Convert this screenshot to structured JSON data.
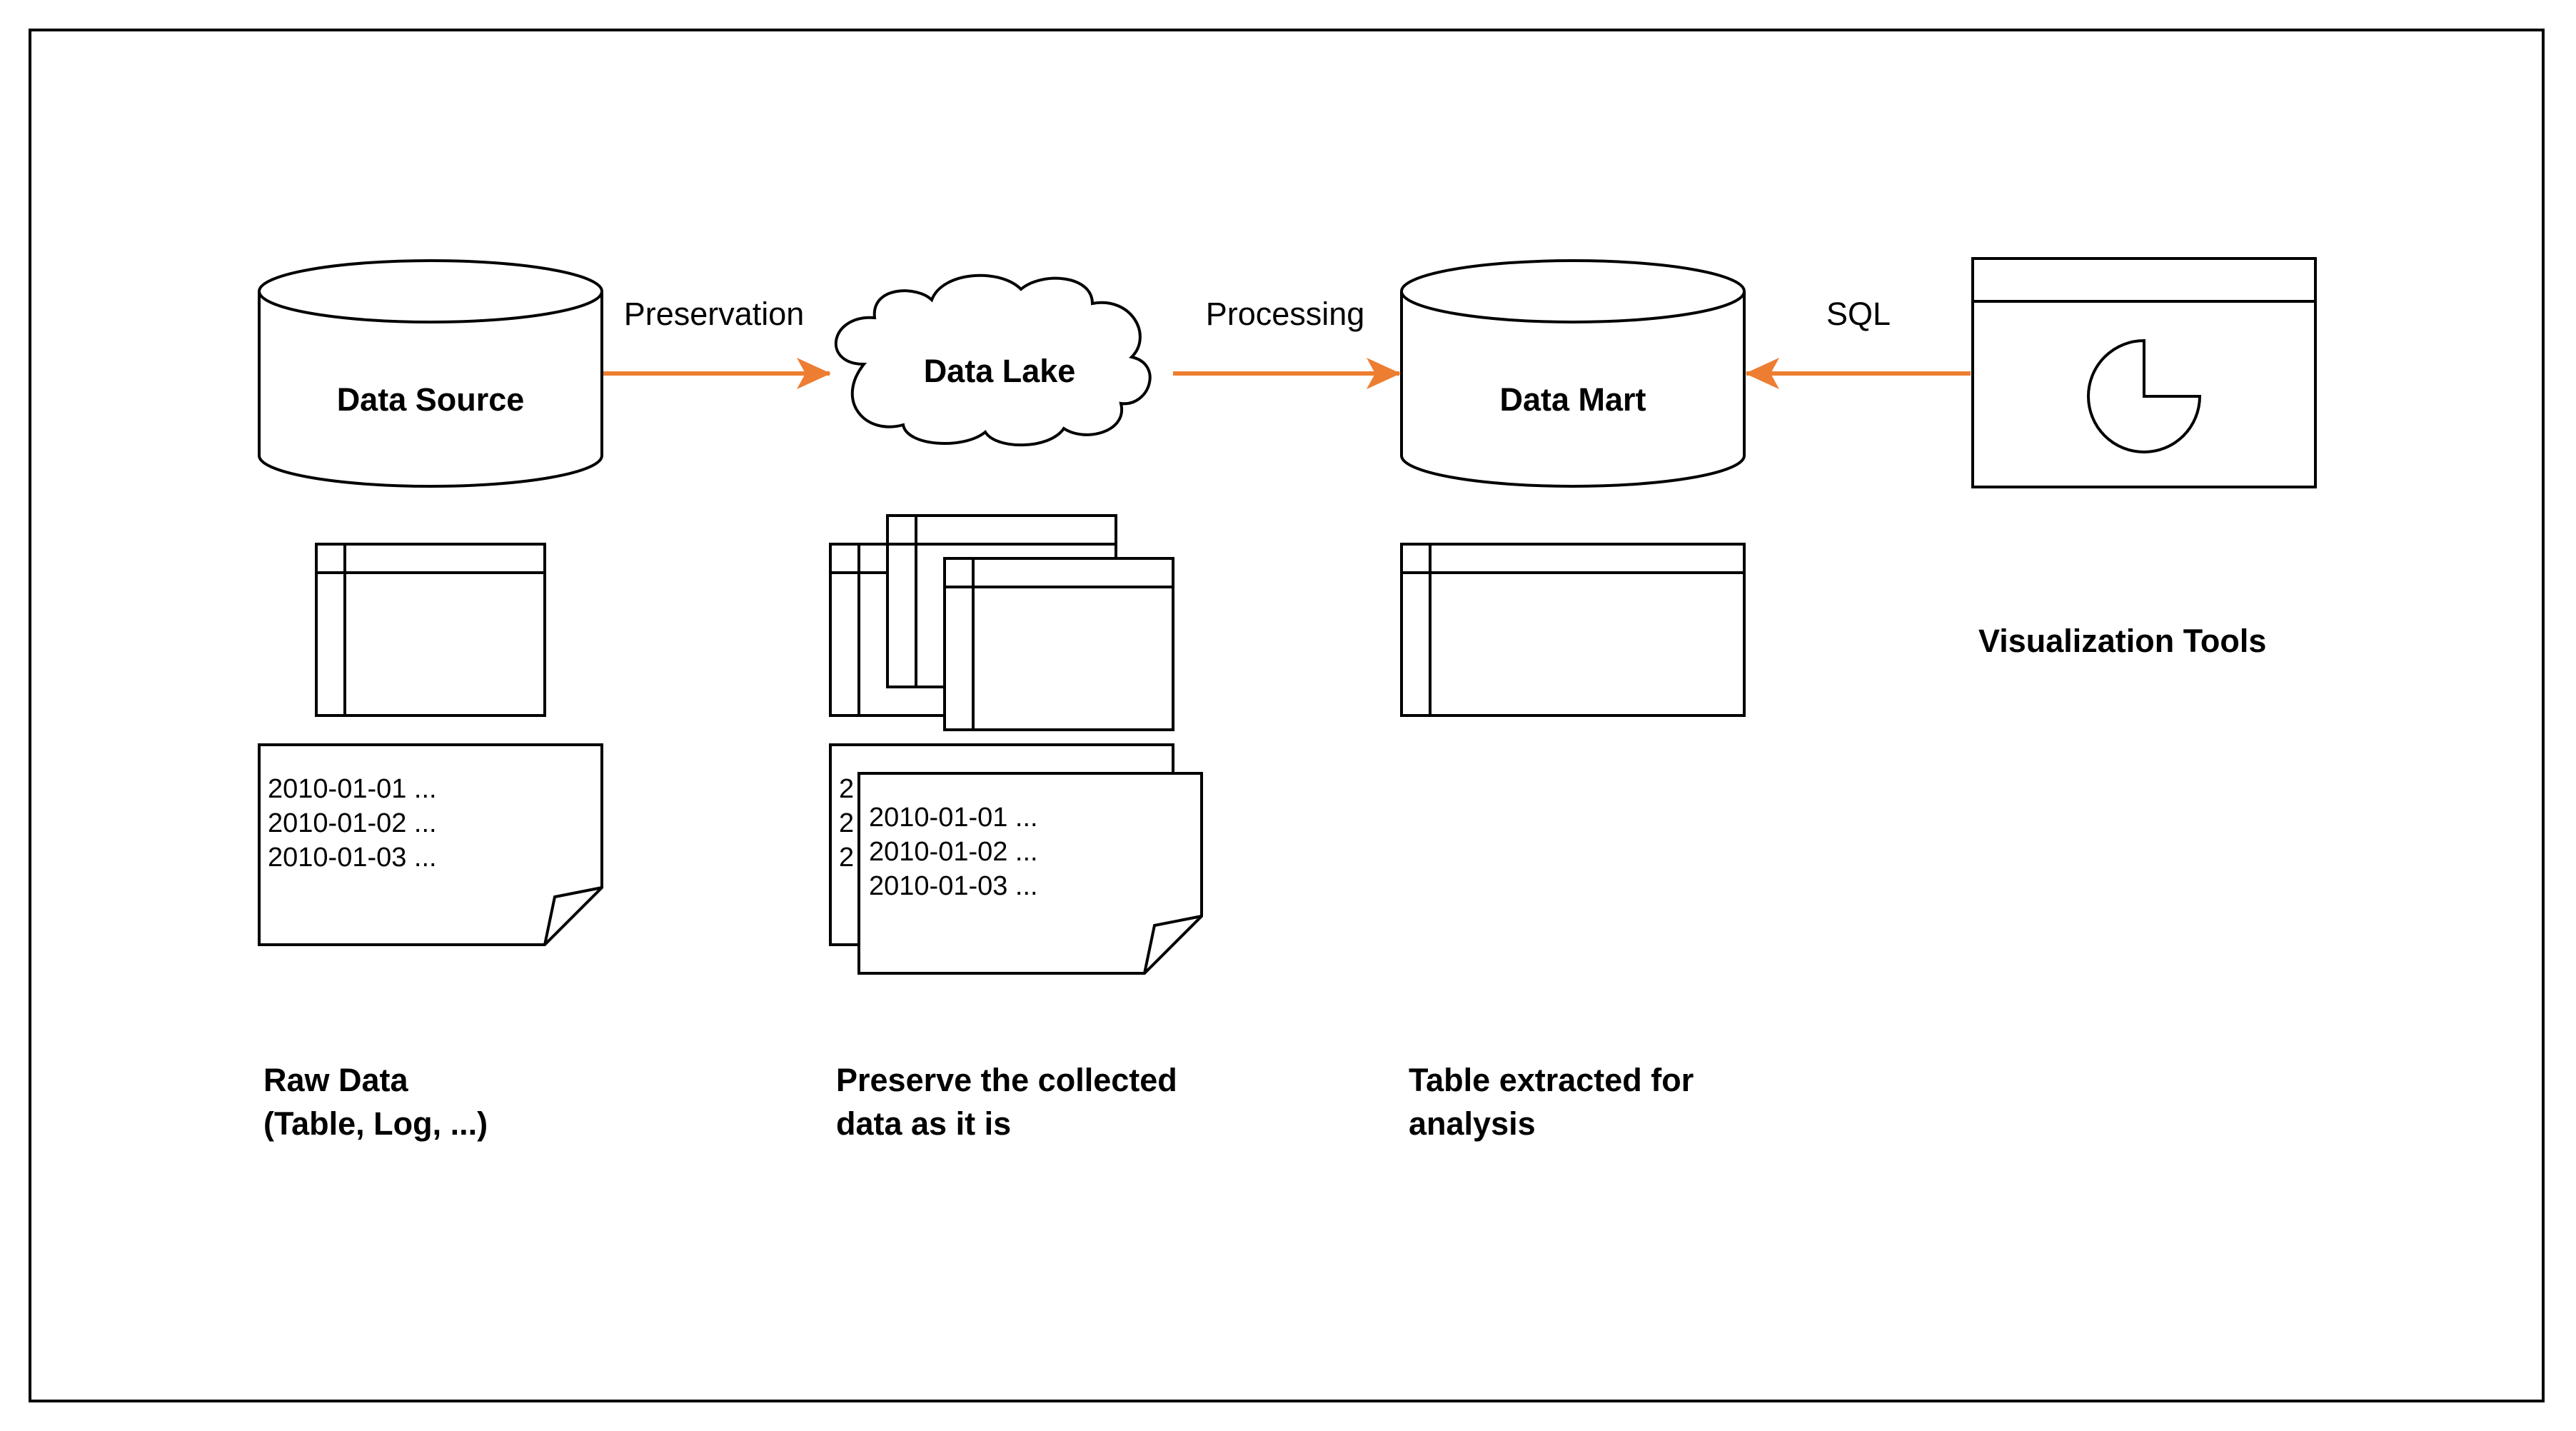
{
  "colors": {
    "arrow": "#ED7D31",
    "stroke": "#000000",
    "background": "#FFFFFF"
  },
  "nodes": {
    "data_source": {
      "label": "Data Source",
      "shape": "cylinder"
    },
    "data_lake": {
      "label": "Data Lake",
      "shape": "cloud"
    },
    "data_mart": {
      "label": "Data Mart",
      "shape": "cylinder"
    },
    "visualization": {
      "label": "Visualization Tools",
      "shape": "window-with-pie-chart"
    }
  },
  "edges": {
    "preservation": {
      "label": "Preservation",
      "from": "Data Source",
      "to": "Data Lake"
    },
    "processing": {
      "label": "Processing",
      "from": "Data Lake",
      "to": "Data Mart"
    },
    "sql": {
      "label": "SQL",
      "from": "Visualization Tools",
      "to": "Data Mart"
    }
  },
  "log_lines": [
    "2010-01-01 ...",
    "2010-01-02 ...",
    "2010-01-03 ..."
  ],
  "log_back_prefix": "2",
  "captions": {
    "raw_data": [
      "Raw Data",
      "(Table, Log, ...)"
    ],
    "preserve": [
      "Preserve the collected",
      "data as it is"
    ],
    "table_extracted": [
      "Table extracted for",
      "analysis"
    ]
  }
}
